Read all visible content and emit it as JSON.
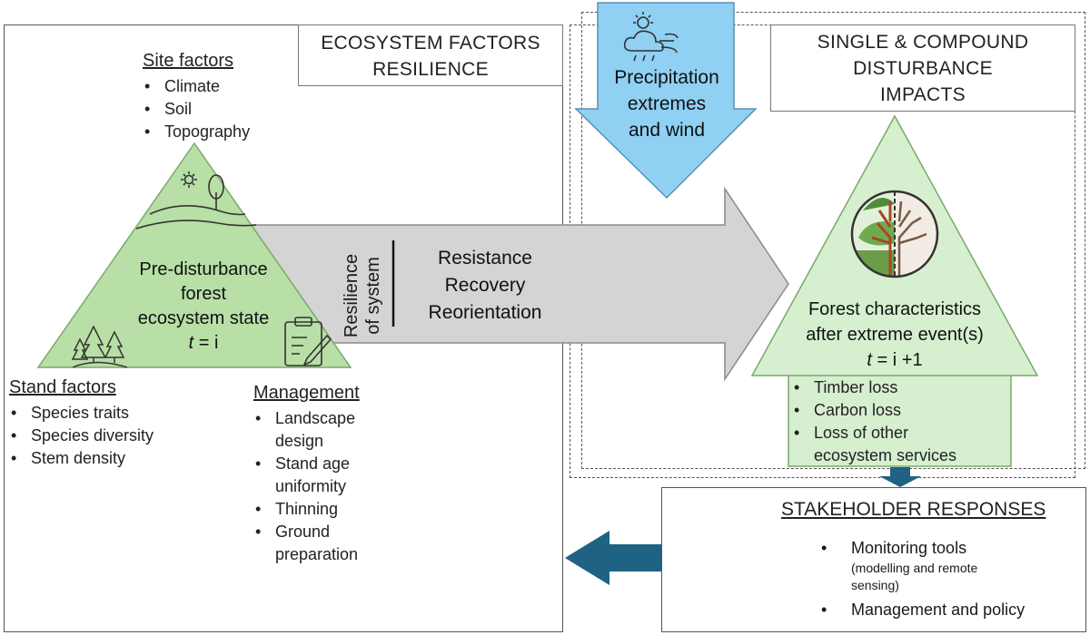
{
  "ecosystem_title": [
    "ECOSYSTEM FACTORS",
    "RESILIENCE"
  ],
  "disturbance_title": [
    "SINGLE & COMPOUND",
    "DISTURBANCE",
    "IMPACTS"
  ],
  "site_factors": {
    "heading": "Site factors",
    "items": [
      "Climate",
      "Soil",
      "Topography"
    ]
  },
  "stand_factors": {
    "heading": "Stand factors",
    "items": [
      "Species traits",
      "Species diversity",
      "Stem density"
    ]
  },
  "management": {
    "heading": "Management",
    "items": [
      "Landscape",
      "design",
      "Stand age",
      "uniformity",
      "Thinning",
      "Ground",
      "preparation"
    ]
  },
  "pre_state": {
    "lines": [
      "Pre-disturbance",
      "forest",
      "ecosystem state"
    ],
    "time_var": "t",
    "time_rest": " = i"
  },
  "resilience": {
    "vertical_lines": [
      "Resilience",
      "of system"
    ],
    "items": [
      "Resistance",
      "Recovery",
      "Reorientation"
    ]
  },
  "precip": {
    "lines": [
      "Precipitation",
      "extremes",
      "and wind"
    ]
  },
  "post_state": {
    "lines": [
      "Forest characteristics",
      "after extreme event(s)"
    ],
    "time_var": "t",
    "time_rest": " = i +1"
  },
  "losses": {
    "items": [
      "Timber loss",
      "Carbon loss",
      "Loss of other",
      "ecosystem services"
    ]
  },
  "stakeholder": {
    "heading": "STAKEHOLDER RESPONSES",
    "item1": "Monitoring tools",
    "item1_sub": [
      "(modelling and remote",
      "sensing)"
    ],
    "item2": "Management and policy"
  },
  "colors": {
    "green_fill": "#b7dfa6",
    "light_green_fill": "#d6efcf",
    "blue_arrow": "#8fd0f3",
    "gray_arrow": "#d4d4d4",
    "teal_arrow": "#1f6283"
  }
}
